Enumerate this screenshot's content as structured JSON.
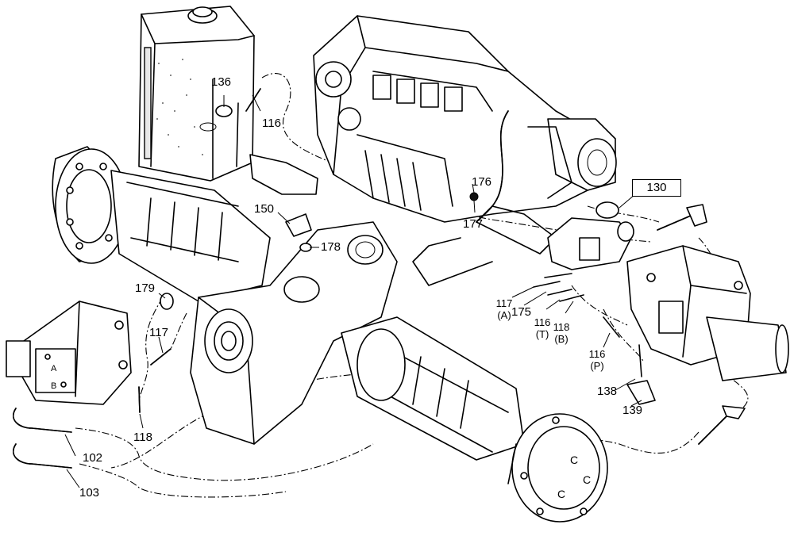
{
  "callouts": [
    {
      "id": "c136",
      "text": "136"
    },
    {
      "id": "c116a",
      "text": "116"
    },
    {
      "id": "c150",
      "text": "150"
    },
    {
      "id": "c178",
      "text": "178"
    },
    {
      "id": "c176",
      "text": "176"
    },
    {
      "id": "c177",
      "text": "177"
    },
    {
      "id": "c130",
      "text": "130"
    },
    {
      "id": "c179",
      "text": "179"
    },
    {
      "id": "c117a",
      "text": "117"
    },
    {
      "id": "c117a_sub",
      "text": "(A)"
    },
    {
      "id": "c175",
      "text": "175"
    },
    {
      "id": "c116t",
      "text": "116"
    },
    {
      "id": "c116t_sub",
      "text": "(T)"
    },
    {
      "id": "c118b",
      "text": "118"
    },
    {
      "id": "c118b_sub",
      "text": "(B)"
    },
    {
      "id": "c116p",
      "text": "116"
    },
    {
      "id": "c116p_sub",
      "text": "(P)"
    },
    {
      "id": "c117b",
      "text": "117"
    },
    {
      "id": "c118a",
      "text": "118"
    },
    {
      "id": "c138",
      "text": "138"
    },
    {
      "id": "c139",
      "text": "139"
    },
    {
      "id": "c102",
      "text": "102"
    },
    {
      "id": "c103",
      "text": "103"
    }
  ],
  "pump_port_labels": [
    "A",
    "B"
  ],
  "hub_labels": [
    "C",
    "C",
    "C"
  ]
}
